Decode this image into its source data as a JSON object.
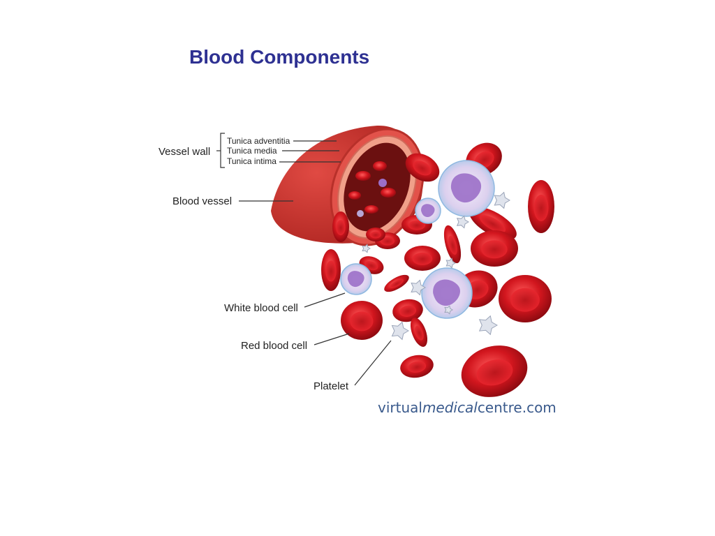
{
  "title": "Blood Components",
  "diagram": {
    "labels": {
      "vessel_wall": "Vessel wall",
      "tunica_adventitia": "Tunica adventitia",
      "tunica_media": "Tunica media",
      "tunica_intima": "Tunica intima",
      "blood_vessel": "Blood vessel",
      "white_blood_cell": "White blood cell",
      "red_blood_cell": "Red blood cell",
      "platelet": "Platelet"
    },
    "logo": {
      "part1": "virtual",
      "part2": "medical",
      "part3": "centre.com"
    }
  },
  "colors": {
    "title": "#2e3192",
    "rbc": "#d2161e",
    "rbc_dark": "#8e0a10",
    "wbc": "#9b6fc8",
    "logo_blue": "#3a5a8c"
  }
}
